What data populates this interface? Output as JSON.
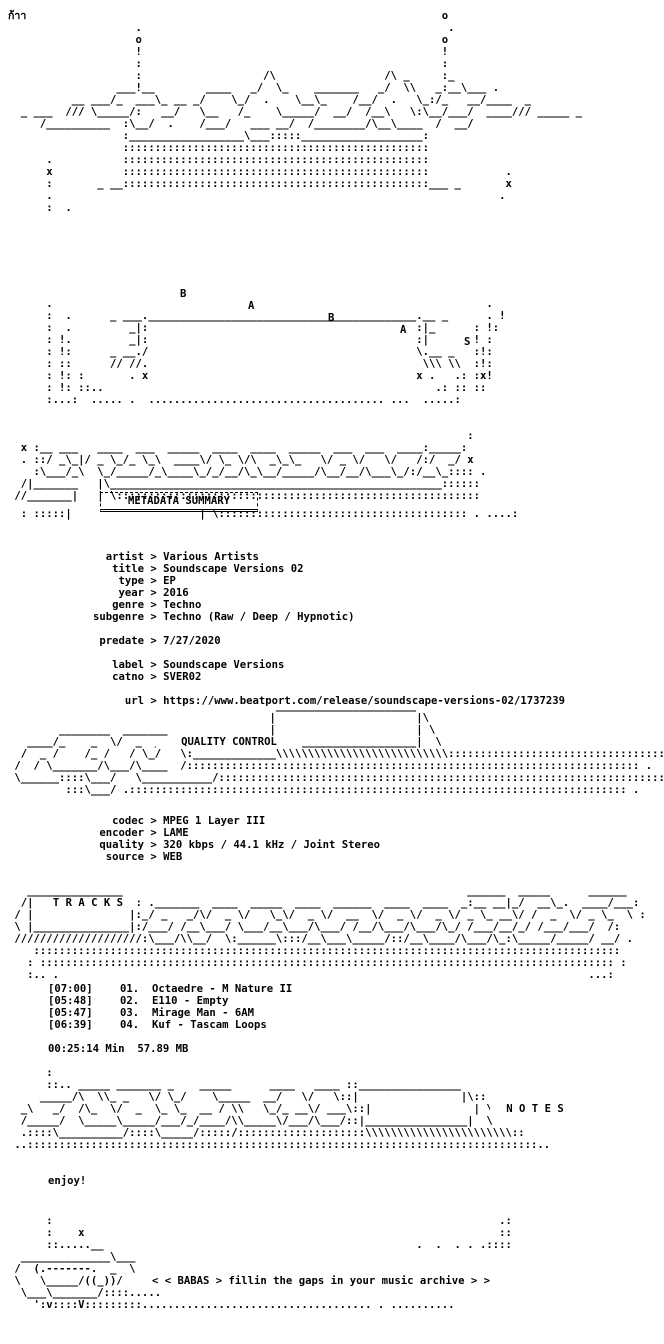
{
  "header": {
    "corner_mark": "ก้าา",
    "logo_letters": [
      "B",
      "A",
      "B",
      "A",
      "S"
    ]
  },
  "sections": {
    "metadata": "METADATA SUMMARY",
    "quality": "QUALITY CONTROL",
    "tracks": "T R A C K S",
    "notes": "N O T E S"
  },
  "metadata": [
    {
      "key": "artist",
      "value": "Various Artists"
    },
    {
      "key": "title",
      "value": "Soundscape Versions 02"
    },
    {
      "key": "type",
      "value": "EP"
    },
    {
      "key": "year",
      "value": "2016"
    },
    {
      "key": "genre",
      "value": "Techno"
    },
    {
      "key": "subgenre",
      "value": "Techno (Raw / Deep / Hypnotic)"
    },
    {
      "key": "predate",
      "value": "7/27/2020"
    },
    {
      "key": "label",
      "value": "Soundscape Versions"
    },
    {
      "key": "catno",
      "value": "SVER02"
    },
    {
      "key": "url",
      "value": "https://www.beatport.com/release/soundscape-versions-02/1737239"
    }
  ],
  "separator": ">",
  "quality": [
    {
      "key": "codec",
      "value": "MPEG 1 Layer III"
    },
    {
      "key": "encoder",
      "value": "LAME"
    },
    {
      "key": "quality",
      "value": "320 kbps / 44.1 kHz / Joint Stereo"
    },
    {
      "key": "source",
      "value": "WEB"
    }
  ],
  "tracks": [
    {
      "time": "[07:00]",
      "num": "01.",
      "title": "Octaedre - M Nature II"
    },
    {
      "time": "[05:48]",
      "num": "02.",
      "title": "E110 - Empty"
    },
    {
      "time": "[05:47]",
      "num": "03.",
      "title": "Mirage Man - 6AM"
    },
    {
      "time": "[06:39]",
      "num": "04.",
      "title": "Kuf - Tascam Loops"
    }
  ],
  "totals": {
    "duration": "00:25:14 Min",
    "size": "57.89 MB"
  },
  "notes": "enjoy!",
  "footer": {
    "tagline": "< < BABAS > fillin the gaps in your music archive > >"
  }
}
